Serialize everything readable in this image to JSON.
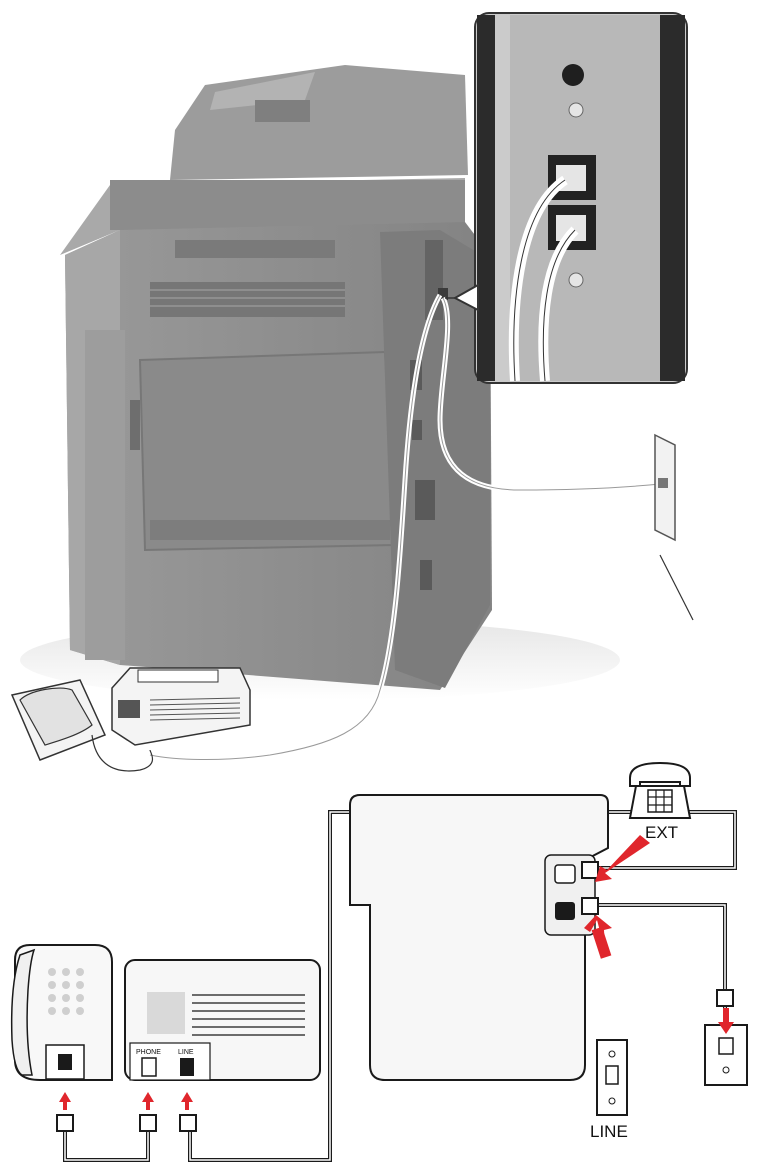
{
  "labels": {
    "ext": "EXT",
    "line": "LINE",
    "answering_phone_port": "PHONE",
    "answering_line_port": "LINE"
  },
  "colors": {
    "printer_gray": "#8e8e8e",
    "printer_dark": "#6f6f6f",
    "arrow_red": "#e0262c",
    "line_black": "#1a1a1a",
    "panel_fill": "#ececec",
    "inset_bg": "#c9c9c9"
  },
  "icons": [
    "telephone-icon",
    "wall-jack-icon",
    "rj11-connector-icon",
    "red-arrow-icon"
  ]
}
